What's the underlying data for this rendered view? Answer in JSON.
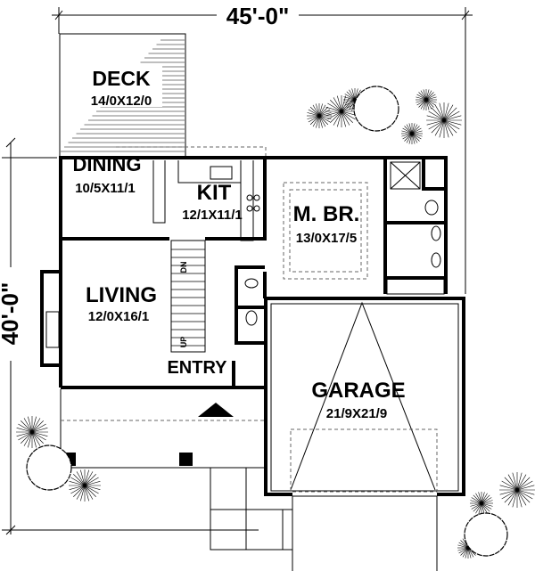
{
  "dimensions": {
    "width": "45'-0\"",
    "depth": "40'-0\""
  },
  "rooms": {
    "deck": {
      "name": "DECK",
      "size": "14/0X12/0"
    },
    "dining": {
      "name": "DINING",
      "size": "10/5X11/1"
    },
    "kitchen": {
      "name": "KIT",
      "size": "12/1X11/1"
    },
    "master_bedroom": {
      "name": "M. BR.",
      "size": "13/0X17/5"
    },
    "living": {
      "name": "LIVING",
      "size": "12/0X16/1"
    },
    "entry": {
      "name": "ENTRY"
    },
    "garage": {
      "name": "GARAGE",
      "size": "21/9X21/9"
    }
  },
  "stairs": {
    "up": "UP",
    "down": "DN"
  }
}
